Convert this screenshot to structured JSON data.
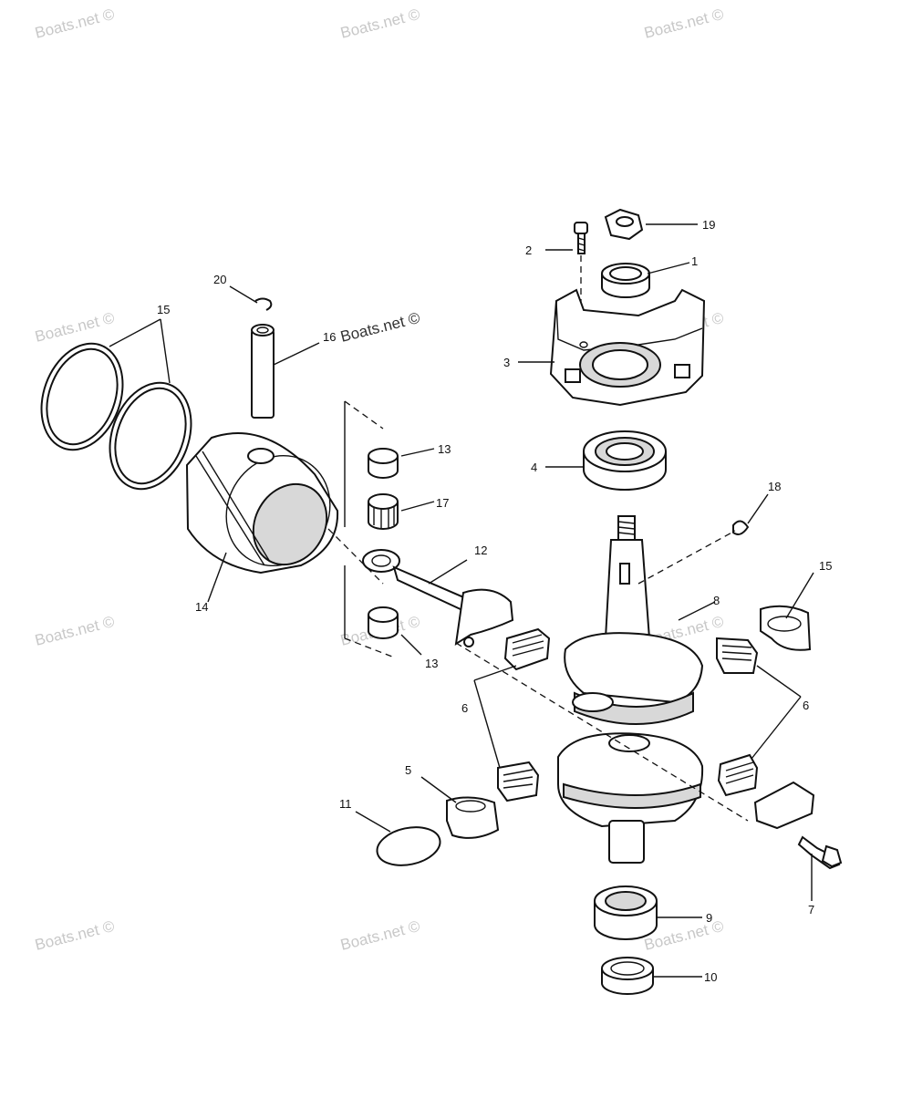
{
  "watermark": "Boats.net ©",
  "callouts": {
    "c1": "1",
    "c2": "2",
    "c3": "3",
    "c4": "4",
    "c5": "5",
    "c6a": "6",
    "c6b": "6",
    "c7": "7",
    "c8": "8",
    "c9": "9",
    "c10": "10",
    "c11": "11",
    "c12": "12",
    "c13a": "13",
    "c13b": "13",
    "c14": "14",
    "c15a": "15",
    "c15b": "15",
    "c16": "16",
    "c17": "17",
    "c18": "18",
    "c19": "19",
    "c20": "20"
  }
}
